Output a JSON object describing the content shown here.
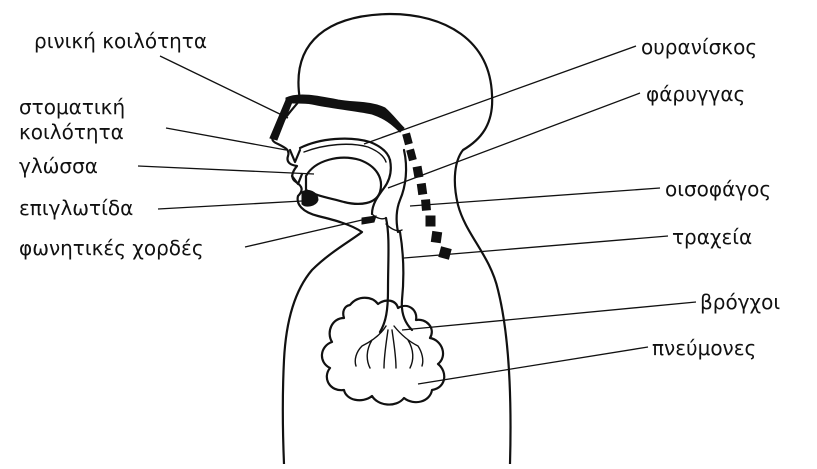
{
  "labels": {
    "nasal_cavity": "ρινική κοιλότητα",
    "oral_cavity_line1": "στοματική",
    "oral_cavity_line2": "κοιλότητα",
    "tongue": "γλώσσα",
    "epiglottis": "επιγλωτίδα",
    "vocal_cords": "φωνητικές χορδές",
    "palate": "ουρανίσκος",
    "pharynx": "φάρυγγας",
    "esophagus": "οισοφάγος",
    "trachea": "τραχεία",
    "bronchi": "βρόγχοι",
    "lungs": "πνεύμονες"
  }
}
